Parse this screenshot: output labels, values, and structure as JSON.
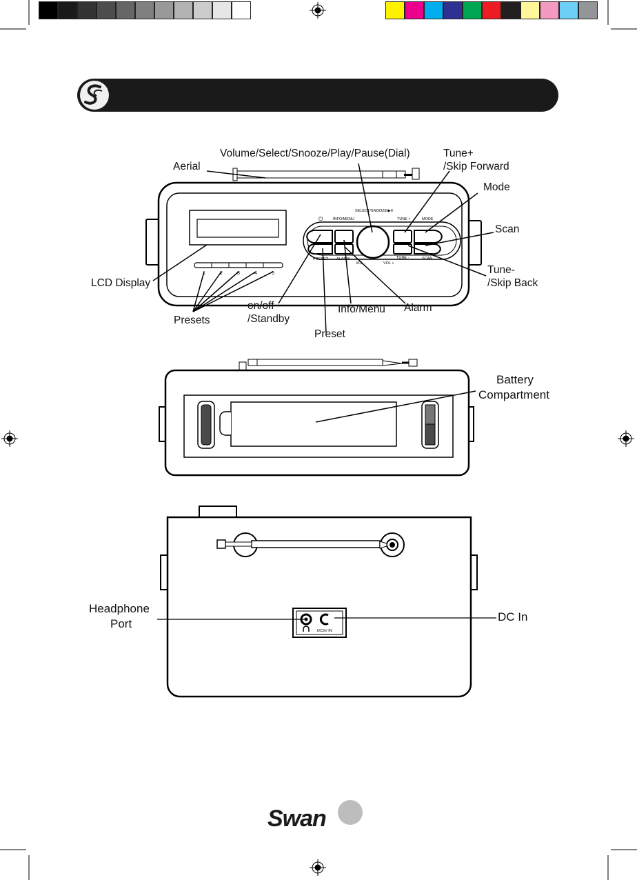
{
  "color_bar": {
    "grays": [
      "#000000",
      "#1a1a1a",
      "#333333",
      "#4d4d4d",
      "#666666",
      "#808080",
      "#999999",
      "#b3b3b3",
      "#cccccc",
      "#e6e6e6",
      "#ffffff"
    ],
    "colors": [
      "#fff200",
      "#ec008c",
      "#00aeef",
      "#2e3192",
      "#00a651",
      "#ed1c24",
      "#231f20",
      "#fff799",
      "#f49ac1",
      "#6dcff6",
      "#939598"
    ]
  },
  "front": {
    "labels": {
      "dial": "Volume/Select/Snooze/Play/Pause(Dial)",
      "tune_plus_1": "Tune+",
      "tune_plus_2": "/Skip Forward",
      "aerial": "Aerial",
      "mode": "Mode",
      "scan": "Scan",
      "tune_minus_1": "Tune-",
      "tune_minus_2": "/Skip Back",
      "lcd": "LCD Display",
      "presets": "Presets",
      "onoff_1": "on/off",
      "onoff_2": "/Standby",
      "info_menu": "Info/Menu",
      "alarm": "Alarm",
      "preset": "Preset"
    },
    "device_text": {
      "select_snooze": "SELECT/SNOOZE/▶II",
      "info_menu": "INFO/MENU",
      "power": "⏻",
      "tune_plus": "TUNE +",
      "mode": "MODE",
      "preset": "PRESET",
      "alarm": "ALARM",
      "vol_minus": "VOL -",
      "vol_plus": "VOL +",
      "tune_minus": "TUNE -",
      "scan": "SCAN",
      "preset_numbers": [
        "1",
        "2",
        "3",
        "4",
        "5"
      ]
    }
  },
  "top": {
    "label_1": "Battery",
    "label_2": "Compartment"
  },
  "back": {
    "headphone_1": "Headphone",
    "headphone_2": "Port",
    "dc_in": "DC In",
    "dc_jack_text": "DC5V IN"
  },
  "footer": {
    "brand": "Swan"
  }
}
